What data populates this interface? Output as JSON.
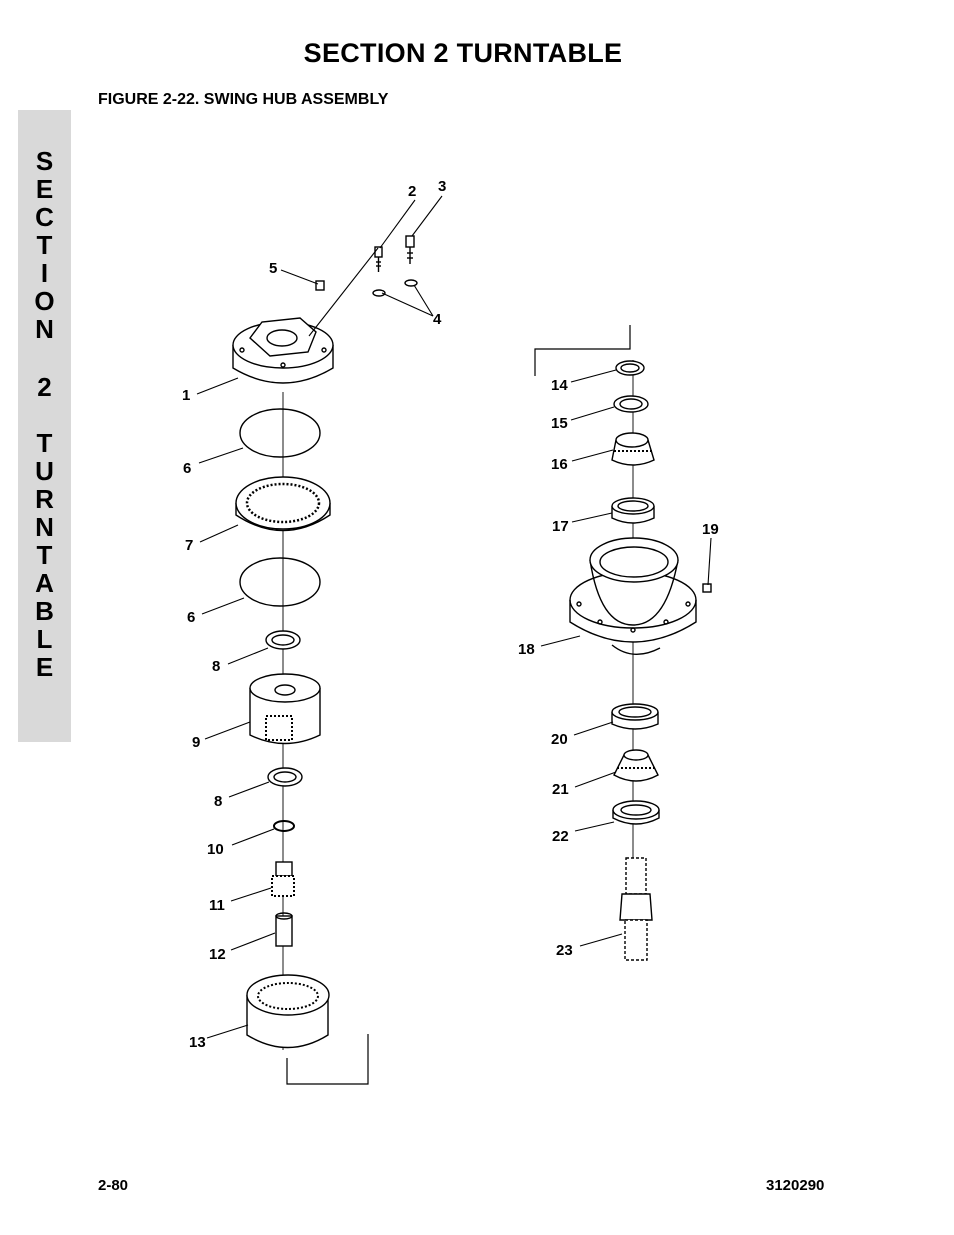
{
  "header": {
    "title": "SECTION 2  TURNTABLE",
    "figure_caption": "FIGURE 2-22.  SWING HUB ASSEMBLY"
  },
  "side_tab": {
    "letters": [
      "S",
      "E",
      "C",
      "T",
      "I",
      "O",
      "N",
      "",
      "2",
      "",
      "T",
      "U",
      "R",
      "N",
      "T",
      "A",
      "B",
      "L",
      "E"
    ]
  },
  "callouts": {
    "c1": "1",
    "c2": "2",
    "c3": "3",
    "c4": "4",
    "c5": "5",
    "c6a": "6",
    "c6b": "6",
    "c7": "7",
    "c8a": "8",
    "c8b": "8",
    "c9": "9",
    "c10": "10",
    "c11": "11",
    "c12": "12",
    "c13": "13",
    "c14": "14",
    "c15": "15",
    "c16": "16",
    "c17": "17",
    "c18": "18",
    "c19": "19",
    "c20": "20",
    "c21": "21",
    "c22": "22",
    "c23": "23"
  },
  "footer": {
    "page_number": "2-80",
    "document_number": "3120290"
  }
}
